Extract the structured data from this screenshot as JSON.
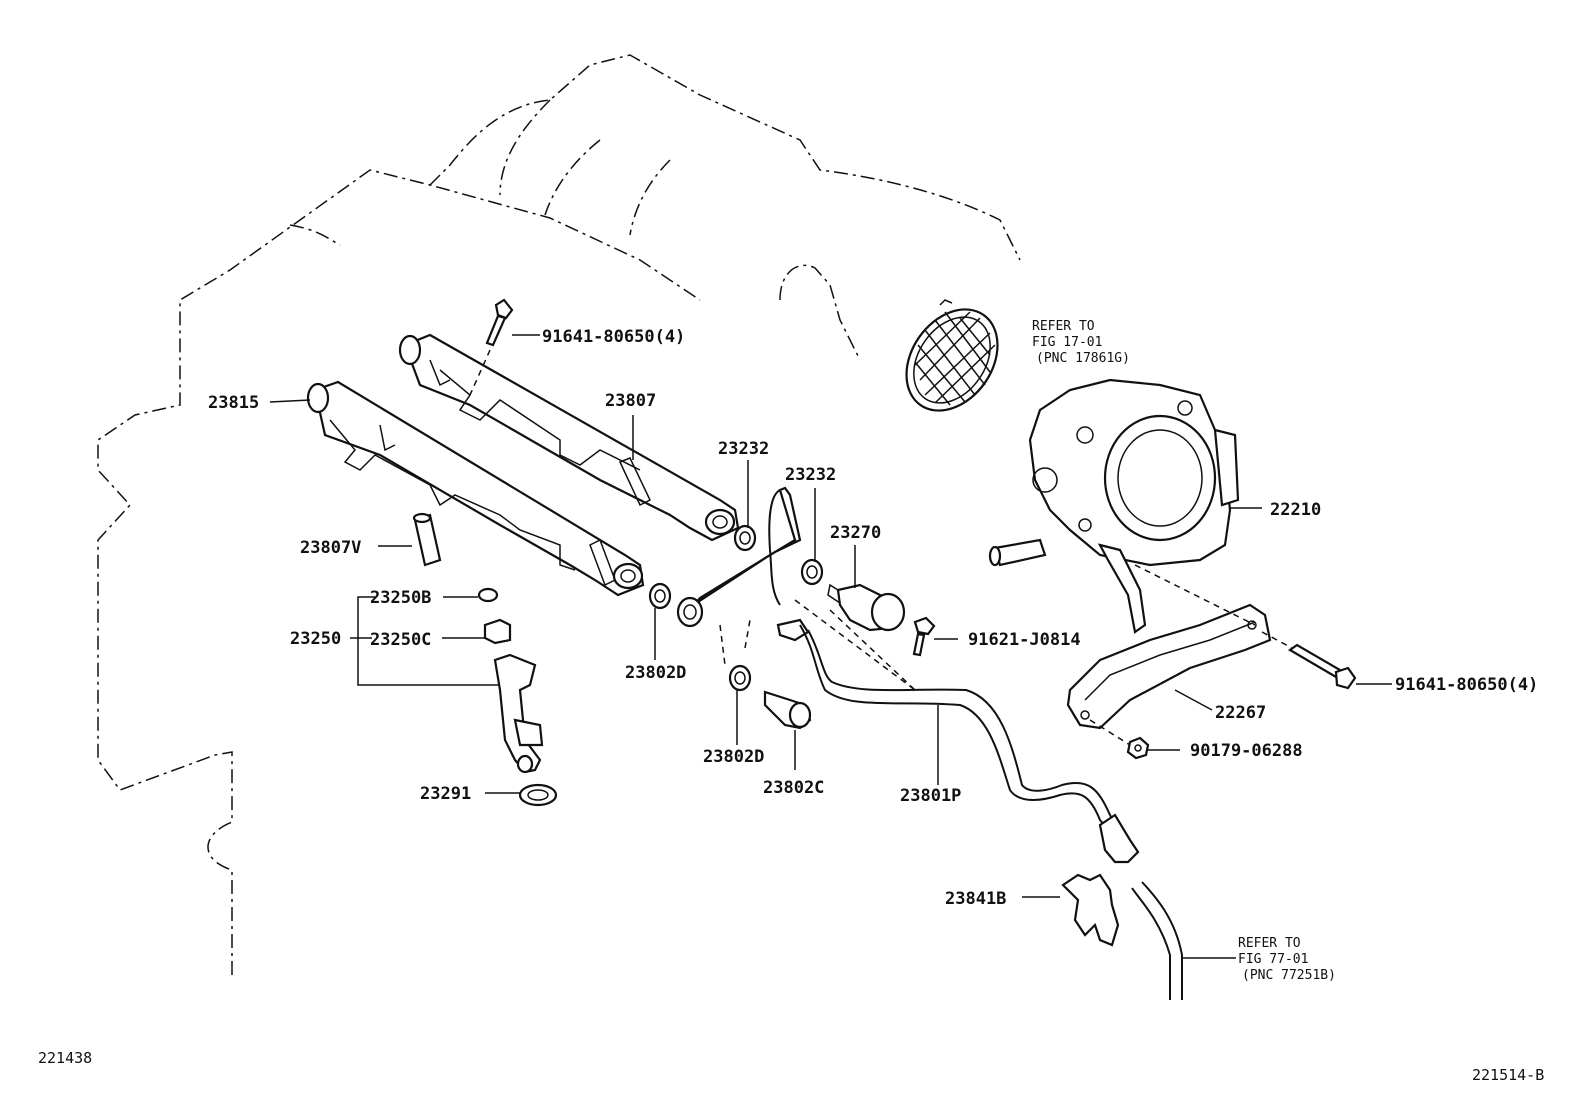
{
  "labels": {
    "l91641a": "91641-80650(4)",
    "l23815": "23815",
    "l23807": "23807",
    "l23232a": "23232",
    "l23232b": "23232",
    "l23270": "23270",
    "l22210": "22210",
    "l23807v": "23807V",
    "l23250b": "23250B",
    "l23250": "23250",
    "l23250c": "23250C",
    "l23802d_a": "23802D",
    "l91621": "91621-J0814",
    "l91641b": "91641-80650(4)",
    "l22267": "22267",
    "l90179": "90179-06288",
    "l23802d_b": "23802D",
    "l23802c": "23802C",
    "l23801p": "23801P",
    "l23291": "23291",
    "l23841b": "23841B"
  },
  "refer_top": {
    "line1": "REFER TO",
    "line2": "FIG 17-01",
    "line3": "(PNC 17861G)"
  },
  "refer_bottom": {
    "line1": "REFER TO",
    "line2": "FIG 77-01",
    "line3": "(PNC 77251B)"
  },
  "footer": {
    "left": "221438",
    "right": "221514-B"
  }
}
